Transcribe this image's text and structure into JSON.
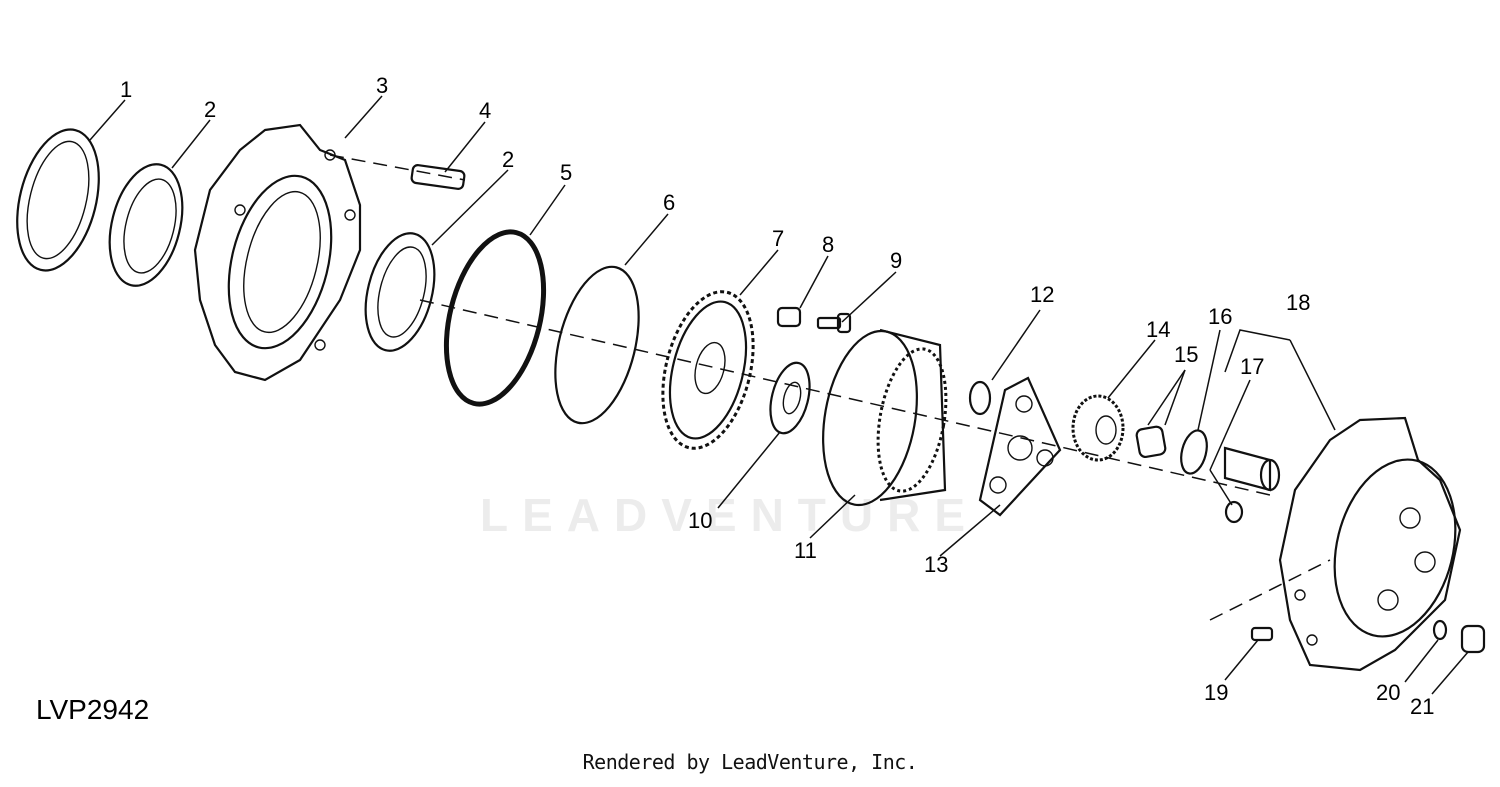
{
  "diagram": {
    "id_label": "LVP2942",
    "footer": "Rendered by LeadVenture, Inc.",
    "watermark": "LEADVENTURE",
    "callouts": [
      "1",
      "2",
      "3",
      "4",
      "2",
      "5",
      "6",
      "7",
      "8",
      "9",
      "10",
      "11",
      "12",
      "13",
      "14",
      "15",
      "16",
      "17",
      "18",
      "19",
      "20",
      "21"
    ]
  }
}
